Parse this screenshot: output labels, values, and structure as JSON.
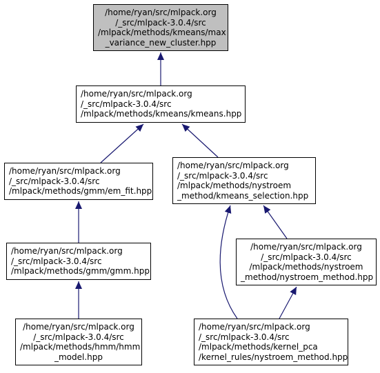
{
  "colors": {
    "edge": "#191970",
    "border": "#000000",
    "current_fill": "#bfbfbf",
    "fill": "#ffffff"
  },
  "nodes": [
    {
      "id": "max_variance_new_cluster",
      "current": true,
      "lines": [
        "/home/ryan/src/mlpack.org",
        "/_src/mlpack-3.0.4/src",
        "/mlpack/methods/kmeans/max",
        "_variance_new_cluster.hpp"
      ]
    },
    {
      "id": "kmeans",
      "lines": [
        "/home/ryan/src/mlpack.org",
        "/_src/mlpack-3.0.4/src",
        "/mlpack/methods/kmeans/kmeans.hpp"
      ]
    },
    {
      "id": "em_fit",
      "lines": [
        "/home/ryan/src/mlpack.org",
        "/_src/mlpack-3.0.4/src",
        "/mlpack/methods/gmm/em_fit.hpp"
      ]
    },
    {
      "id": "kmeans_selection",
      "lines": [
        "/home/ryan/src/mlpack.org",
        "/_src/mlpack-3.0.4/src",
        "/mlpack/methods/nystroem",
        "_method/kmeans_selection.hpp"
      ]
    },
    {
      "id": "gmm",
      "lines": [
        "/home/ryan/src/mlpack.org",
        "/_src/mlpack-3.0.4/src",
        "/mlpack/methods/gmm/gmm.hpp"
      ]
    },
    {
      "id": "nystroem_method",
      "lines": [
        "/home/ryan/src/mlpack.org",
        "/_src/mlpack-3.0.4/src",
        "/mlpack/methods/nystroem",
        "_method/nystroem_method.hpp"
      ]
    },
    {
      "id": "hmm_model",
      "lines": [
        "/home/ryan/src/mlpack.org",
        "/_src/mlpack-3.0.4/src",
        "/mlpack/methods/hmm/hmm",
        "_model.hpp"
      ]
    },
    {
      "id": "kernel_rules_nystroem",
      "lines": [
        "/home/ryan/src/mlpack.org",
        "/_src/mlpack-3.0.4/src",
        "/mlpack/methods/kernel_pca",
        "/kernel_rules/nystroem_method.hpp"
      ]
    }
  ],
  "edges": [
    {
      "from": "kmeans",
      "to": "max_variance_new_cluster"
    },
    {
      "from": "em_fit",
      "to": "kmeans"
    },
    {
      "from": "kmeans_selection",
      "to": "kmeans"
    },
    {
      "from": "gmm",
      "to": "em_fit"
    },
    {
      "from": "hmm_model",
      "to": "gmm"
    },
    {
      "from": "kernel_rules_nystroem",
      "to": "kmeans_selection"
    },
    {
      "from": "nystroem_method",
      "to": "kmeans_selection"
    },
    {
      "from": "kernel_rules_nystroem",
      "to": "nystroem_method"
    }
  ]
}
